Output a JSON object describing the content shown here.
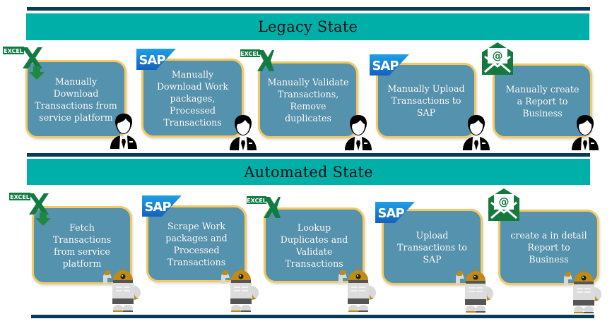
{
  "diagram": {
    "sections": [
      {
        "title": "Legacy State",
        "actor": "person-icon",
        "steps": [
          {
            "label": "Manually Download Transactions from service platform",
            "tool": "excel-download-icon",
            "tool_text": "EXCEL"
          },
          {
            "label": "Manually Download Work packages, Processed Transactions",
            "tool": "sap-logo-icon",
            "tool_text": "SAP"
          },
          {
            "label": "Manually Validate Transactions, Remove duplicates",
            "tool": "excel-icon",
            "tool_text": "EXCEL"
          },
          {
            "label": "Manually Upload Transactions to SAP",
            "tool": "sap-logo-icon",
            "tool_text": "SAP"
          },
          {
            "label": "Manually create a Report to Business",
            "tool": "email-icon",
            "tool_text": "@"
          }
        ]
      },
      {
        "title": "Automated State",
        "actor": "robot-icon",
        "steps": [
          {
            "label": "Fetch Transactions from service platform",
            "tool": "excel-download-icon",
            "tool_text": "EXCEL"
          },
          {
            "label": "Scrape Work packages and Processed Transactions",
            "tool": "sap-logo-icon",
            "tool_text": "SAP"
          },
          {
            "label": "Lookup Duplicates and Validate Transactions",
            "tool": "excel-icon",
            "tool_text": "EXCEL"
          },
          {
            "label": "Upload Transactions to SAP",
            "tool": "sap-logo-icon",
            "tool_text": "SAP"
          },
          {
            "label": "create a in detail Report to Business",
            "tool": "email-icon",
            "tool_text": "@"
          }
        ]
      }
    ],
    "colors": {
      "rule": "#073b5a",
      "band": "#00b0a8",
      "box": "#5592ad",
      "box_border": "#f4c960",
      "excel_green": "#107c41",
      "sap_blue": "#1a73c8"
    }
  }
}
